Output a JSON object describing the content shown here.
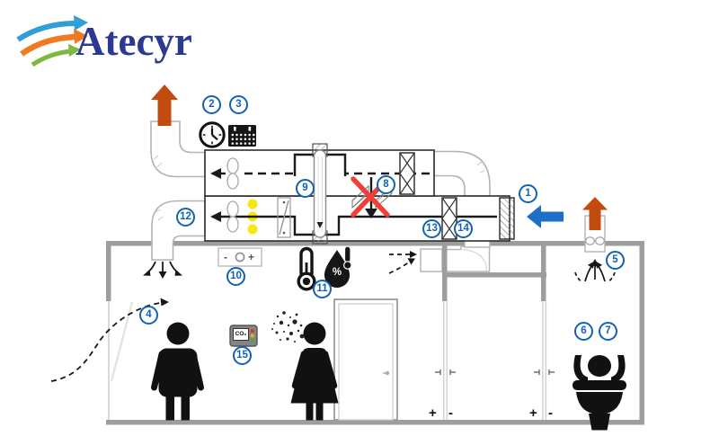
{
  "logo": {
    "text": "Atecyr"
  },
  "badges": [
    "1",
    "2",
    "3",
    "4",
    "5",
    "6",
    "7",
    "8",
    "9",
    "10",
    "11",
    "12",
    "13",
    "14",
    "15"
  ],
  "sensors": {
    "co2_label": "CO₂",
    "humidity_label": "%"
  },
  "wall_control": {
    "minus": "-",
    "plus": "+"
  },
  "door_pressure": {
    "left_plus": "+",
    "left_minus": "-",
    "right_plus": "+",
    "right_minus": "-"
  },
  "colors": {
    "badge_blue": "#1261b5",
    "intake_arrow_blue": "#1c6fc6",
    "exhaust_arrow_orange": "#c44b10",
    "blocked_cross_red": "#ee4037",
    "uv_dots_yellow": "#f6e713",
    "wall_gray": "#9d9d9d",
    "logo_blue": "#2b3990",
    "swoosh_blue": "#2f9fd6",
    "swoosh_orange": "#ef7a22",
    "swoosh_green": "#7db840"
  }
}
